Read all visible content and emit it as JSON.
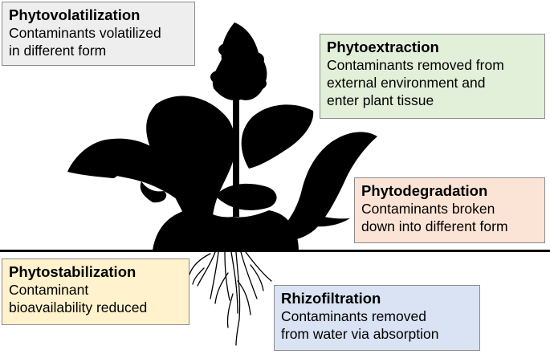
{
  "boxes": {
    "phytovolatilization": {
      "title": "Phytovolatilization",
      "desc": "Contaminants volatilized\nin different form",
      "color": "#eeeeee"
    },
    "phytoextraction": {
      "title": "Phytoextraction",
      "desc": "Contaminants removed from\nexternal environment and\nenter plant tissue",
      "color": "#e2efd9"
    },
    "phytodegradation": {
      "title": "Phytodegradation",
      "desc": "Contaminants broken\ndown into different form",
      "color": "#fbe4d5"
    },
    "phytostabilization": {
      "title": "Phytostabilization",
      "desc": "Contaminant\nbioavailability reduced",
      "color": "#fff2cc"
    },
    "rhizofiltration": {
      "title": "Rhizofiltration",
      "desc": "Contaminants removed\nfrom water via absorption",
      "color": "#dae3f3"
    }
  },
  "icons": {
    "plant": "water-hyacinth-silhouette-icon",
    "ground": "soil-line"
  }
}
